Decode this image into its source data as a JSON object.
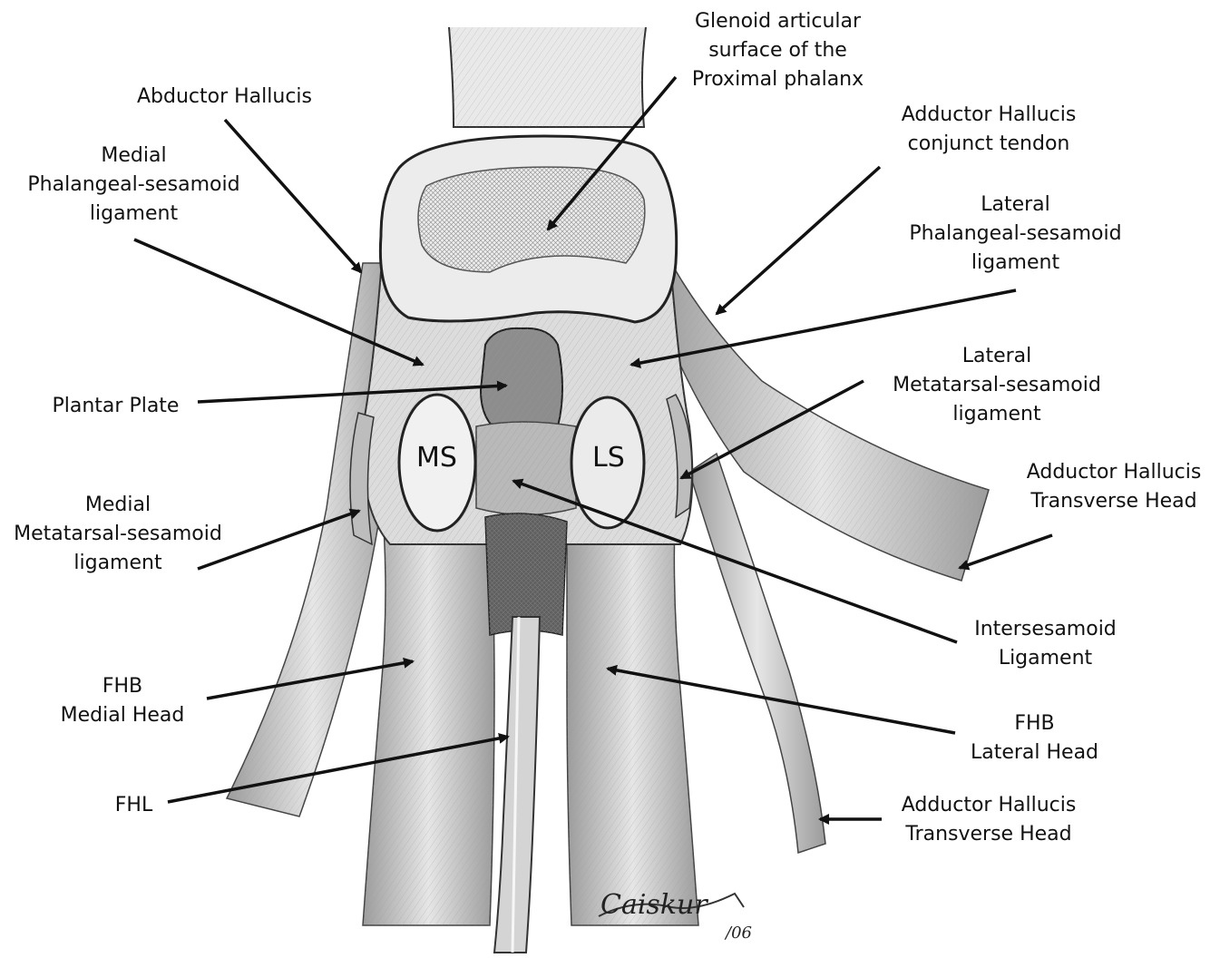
{
  "labels": {
    "glenoid": [
      "Glenoid articular",
      "surface of the",
      "Proximal phalanx"
    ],
    "abductor_hallucis": [
      "Abductor Hallucis"
    ],
    "medial_phalangeal_sesamoid": [
      "Medial",
      "Phalangeal-sesamoid",
      "ligament"
    ],
    "adductor_conjunct": [
      "Adductor Hallucis",
      "conjunct tendon"
    ],
    "lateral_phalangeal_sesamoid": [
      "Lateral",
      "Phalangeal-sesamoid",
      "ligament"
    ],
    "plantar_plate": [
      "Plantar Plate"
    ],
    "lateral_metatarsal_sesamoid": [
      "Lateral",
      "Metatarsal-sesamoid",
      "ligament"
    ],
    "adductor_transverse_upper": [
      "Adductor Hallucis",
      "Transverse Head"
    ],
    "medial_metatarsal_sesamoid": [
      "Medial",
      "Metatarsal-sesamoid",
      "ligament"
    ],
    "intersesamoid": [
      "Intersesamoid",
      "Ligament"
    ],
    "fhb_medial": [
      "FHB",
      "Medial Head"
    ],
    "fhb_lateral": [
      "FHB",
      "Lateral Head"
    ],
    "fhl": [
      "FHL"
    ],
    "adductor_transverse_lower": [
      "Adductor Hallucis",
      "Transverse Head"
    ]
  },
  "sesamoids": {
    "medial": "MS",
    "lateral": "LS"
  },
  "signature": {
    "name": "Caiskur",
    "year": "/06"
  },
  "colors": {
    "ink": "#111111",
    "bone_fill": "#ececec",
    "tissue_fill": "#d9d9d9",
    "shadow": "#8a8a8a"
  }
}
